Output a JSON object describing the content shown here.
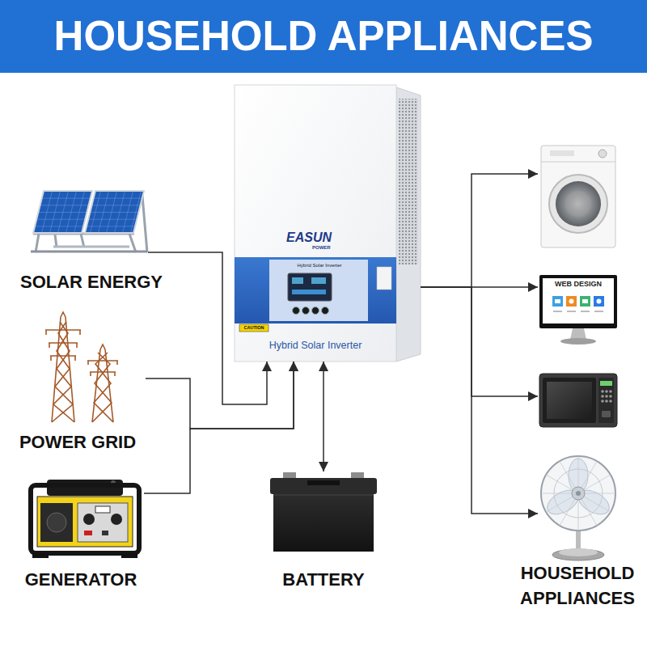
{
  "diagram": {
    "title": "HOUSEHOLD APPLIANCES",
    "nodes": [
      {
        "text": [
          "EASUN",
          "POWER",
          "Hybrid Solar Inverter",
          "CAUTION",
          "Hybrid Solar Inverter"
        ]
      },
      {
        "text": [
          "SOLAR ENERGY"
        ]
      },
      {
        "text": [
          "POWER GRID"
        ]
      },
      {
        "text": [
          "GENERATOR"
        ]
      },
      {
        "text": [
          "BATTERY"
        ]
      },
      {
        "text": []
      },
      {
        "text": [
          "WEB DESIGN"
        ]
      },
      {
        "text": []
      },
      {
        "text": [
          "HOUSEHOLD APPLIANCES"
        ]
      }
    ],
    "edges": [
      {
        "from": 1,
        "to": 0,
        "arrow": "to"
      },
      {
        "from": 2,
        "to": 0,
        "arrow": "to"
      },
      {
        "from": 3,
        "to": 0,
        "arrow": "to"
      },
      {
        "from": 0,
        "to": 4,
        "arrow": "both"
      },
      {
        "from": 0,
        "to": 5,
        "arrow": "to"
      },
      {
        "from": 0,
        "to": 6,
        "arrow": "to"
      },
      {
        "from": 0,
        "to": 7,
        "arrow": "to"
      },
      {
        "from": 0,
        "to": 8,
        "arrow": "to"
      }
    ]
  }
}
